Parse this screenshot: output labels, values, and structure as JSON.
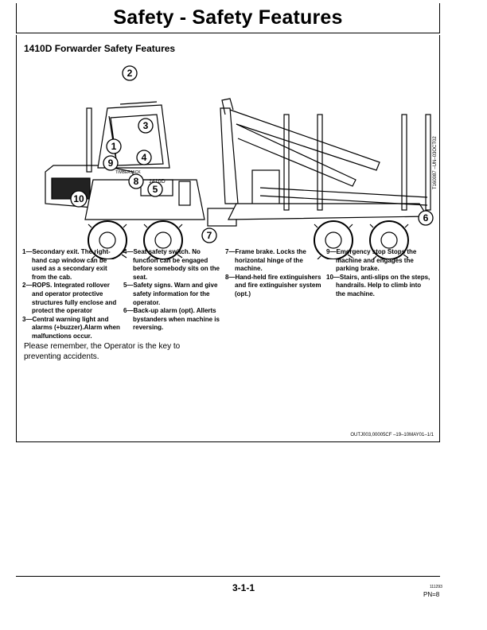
{
  "header": {
    "title": "Safety - Safety Features"
  },
  "section": {
    "title": "1410D Forwarder Safety Features"
  },
  "figure": {
    "code": "T160087   –UN–03OCT02",
    "model_label": "1410D",
    "brand_label": "TIMBERJACK",
    "markers": [
      "1",
      "2",
      "3",
      "4",
      "5",
      "6",
      "7",
      "8",
      "9",
      "10"
    ]
  },
  "callouts": [
    {
      "num": "1",
      "text": "1—Secondary exit. The right-hand cap window can be used as a secondary exit from the cab."
    },
    {
      "num": "2",
      "text": "2—ROPS. Integrated rollover and operator protective structures fully enclose and protect the operator"
    },
    {
      "num": "3",
      "text": "3—Central warning light and alarms (+buzzer).Alarm when malfunctions occur."
    },
    {
      "num": "4",
      "text": "4—Seat safety switch. No function can be engaged before somebody sits on the seat."
    },
    {
      "num": "5",
      "text": "5—Safety signs. Warn and give safety information for the operator."
    },
    {
      "num": "6",
      "text": "6—Back-up alarm (opt). Allerts bystanders when machine is reversing."
    },
    {
      "num": "7",
      "text": "7—Frame brake. Locks the horizontal hinge of the machine."
    },
    {
      "num": "8",
      "text": "8—Hand-held fire extinguishers and fire extinguisher system (opt.)"
    },
    {
      "num": "9",
      "text": "9—Emergency stop Stops the machine and engages the parking brake."
    },
    {
      "num": "10",
      "text": "10—Stairs, anti-slips on the steps, handrails. Help to climb into the machine."
    }
  ],
  "reminder": "Please remember, the Operator is the key to preventing accidents.",
  "reference": "OUTJ003,00005CF   –19–10MAY01–1/1",
  "footer": {
    "page": "3-1-1",
    "small_code": "111293",
    "pn": "PN=8"
  }
}
